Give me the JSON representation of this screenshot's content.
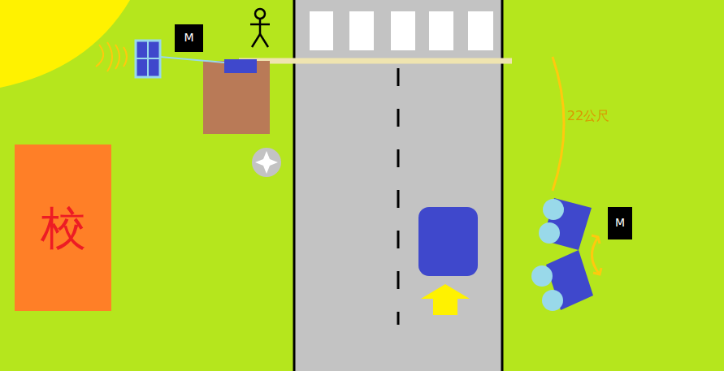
{
  "diagram": {
    "nodes": [
      {
        "text": [
          "M"
        ]
      },
      {
        "text": [
          "校"
        ]
      },
      {
        "text": [
          "M"
        ]
      }
    ],
    "labels": [
      "22公尺"
    ]
  }
}
